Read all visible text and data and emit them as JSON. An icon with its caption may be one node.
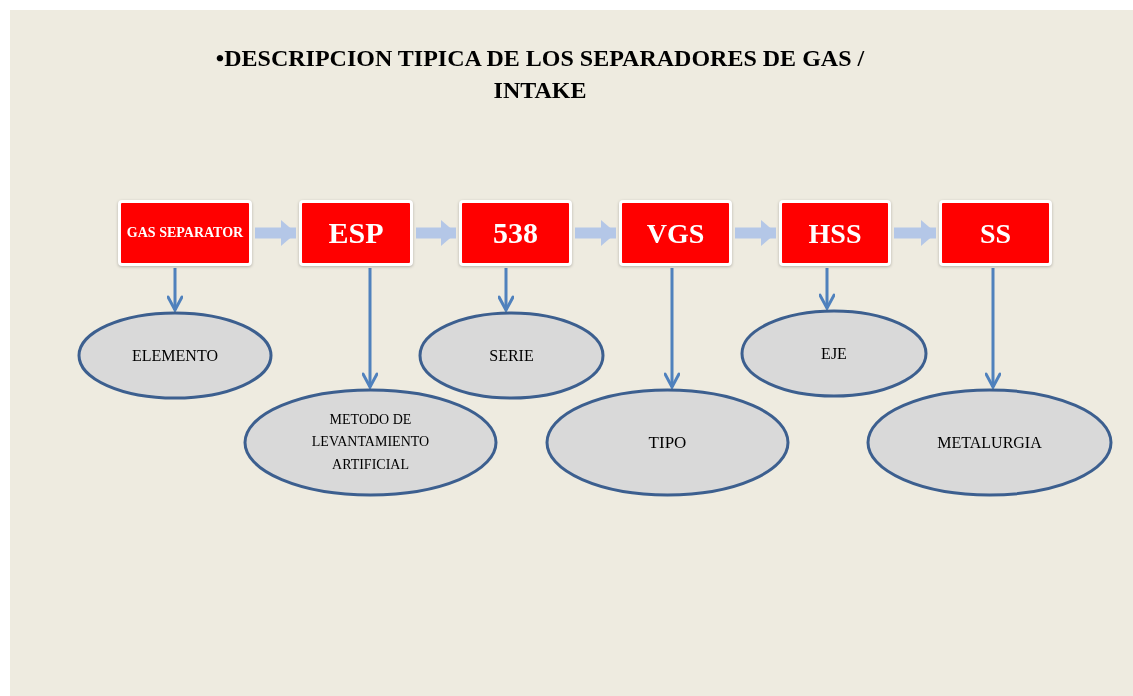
{
  "diagram": {
    "title": "•DESCRIPCION TIPICA DE LOS SEPARADORES DE GAS / INTAKE",
    "nodes": [
      {
        "text": [
          "GAS SEPARATOR"
        ]
      },
      {
        "text": [
          "ESP"
        ]
      },
      {
        "text": [
          "538"
        ]
      },
      {
        "text": [
          "VGS"
        ]
      },
      {
        "text": [
          "HSS"
        ]
      },
      {
        "text": [
          "SS"
        ]
      },
      {
        "text": [
          "ELEMENTO"
        ]
      },
      {
        "text": [
          "METODO DE LEVANTAMIENTO ARTIFICIAL"
        ]
      },
      {
        "text": [
          "SERIE"
        ]
      },
      {
        "text": [
          "TIPO"
        ]
      },
      {
        "text": [
          "EJE"
        ]
      },
      {
        "text": [
          "METALURGIA"
        ]
      }
    ],
    "edges": [
      {
        "from": 0,
        "to": 1,
        "arrow": "to",
        "style": "thick",
        "color": "#b4c7e7"
      },
      {
        "from": 1,
        "to": 2,
        "arrow": "to",
        "style": "thick",
        "color": "#b4c7e7"
      },
      {
        "from": 2,
        "to": 3,
        "arrow": "to",
        "style": "thick",
        "color": "#b4c7e7"
      },
      {
        "from": 3,
        "to": 4,
        "arrow": "to",
        "style": "thick",
        "color": "#b4c7e7"
      },
      {
        "from": 4,
        "to": 5,
        "arrow": "to",
        "style": "thick",
        "color": "#b4c7e7"
      },
      {
        "from": 0,
        "to": 6,
        "arrow": "to"
      },
      {
        "from": 1,
        "to": 7,
        "arrow": "to"
      },
      {
        "from": 2,
        "to": 8,
        "arrow": "to"
      },
      {
        "from": 3,
        "to": 9,
        "arrow": "to"
      },
      {
        "from": 4,
        "to": 10,
        "arrow": "to"
      },
      {
        "from": 5,
        "to": 11,
        "arrow": "to"
      }
    ]
  }
}
